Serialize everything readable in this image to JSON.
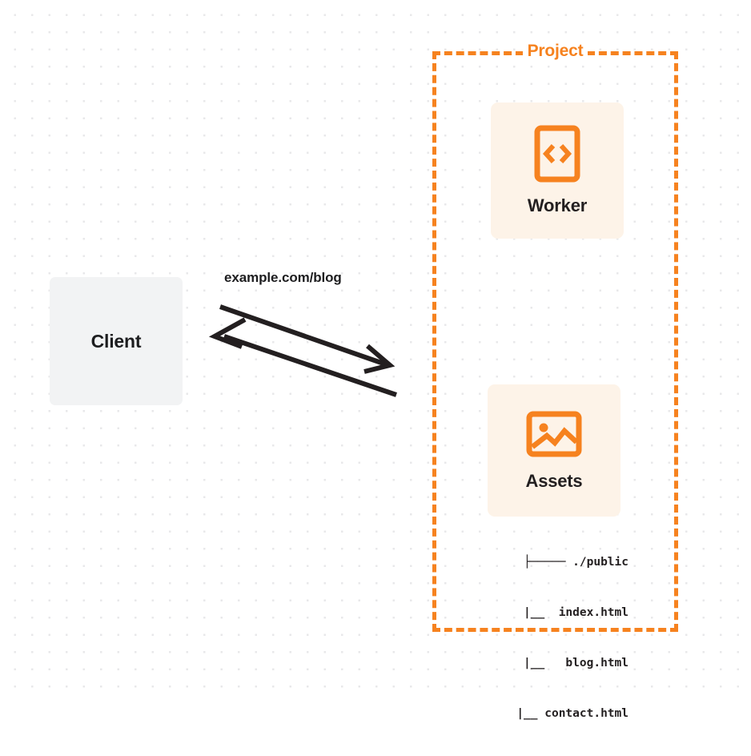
{
  "diagram": {
    "title": "Cloudflare Worker with static assets request flow",
    "background": {
      "style": "dot-grid",
      "dot_color": "#e8e8ea",
      "page_color": "#ffffff"
    },
    "colors": {
      "accent_orange": "#f6821f",
      "card_background": "#fdf3e8",
      "client_background": "#f2f3f4",
      "text_dark": "#231f20",
      "arrow_color": "#231f20"
    }
  },
  "client": {
    "label": "Client"
  },
  "connection": {
    "url_label": "example.com/blog",
    "request_arrow_name": "request-arrow-to-project",
    "response_arrow_name": "response-arrow-to-client"
  },
  "project": {
    "title": "Project",
    "border_style": "dashed",
    "nodes": [
      {
        "id": "worker",
        "label": "Worker",
        "icon": "code-brackets-icon"
      },
      {
        "id": "assets",
        "label": "Assets",
        "icon": "image-icon"
      }
    ]
  },
  "file_tree": {
    "rows": [
      {
        "branch": "├─────",
        "name": "./public"
      },
      {
        "branch": "|__",
        "name": "index.html"
      },
      {
        "branch": "|__",
        "name": "blog.html"
      },
      {
        "branch": "|__",
        "name": "contact.html"
      }
    ],
    "lines": [
      "├───── ./public",
      "     |__  index.html",
      "     |__   blog.html",
      "     |__ contact.html"
    ]
  }
}
